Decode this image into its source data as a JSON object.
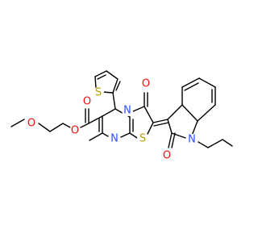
{
  "colors": {
    "bond": "#000000",
    "O": "#ff0d0d",
    "N": "#3050f8",
    "S": "#b8a000"
  },
  "atoms": {
    "o_methoxy": "O",
    "o_ester_single": "O",
    "o_ester_carbonyl": "O",
    "s_thiophene": "S",
    "n_bridge": "N",
    "o_thiazolone": "O",
    "n_pyrimidine": "N",
    "s_thiazole": "S",
    "n_indole": "N",
    "o_oxindole": "O"
  }
}
